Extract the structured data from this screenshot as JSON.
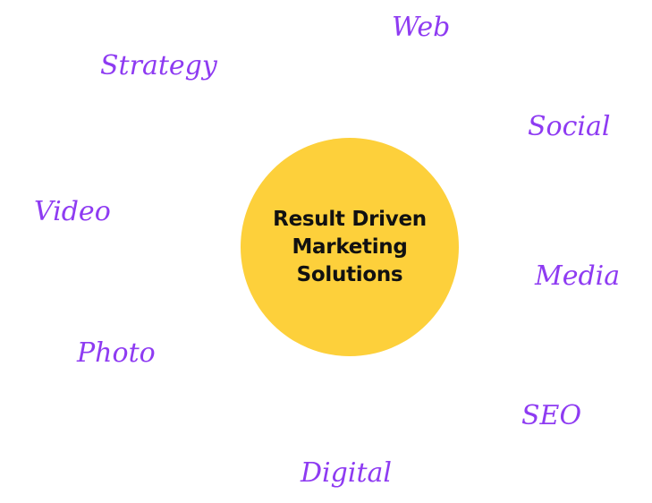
{
  "colors": {
    "circle_fill": "#FDD03B",
    "keyword_text": "#8E3BF2",
    "center_text": "#111111",
    "background": "#FFFFFF"
  },
  "center": {
    "title": "Result Driven Marketing Solutions"
  },
  "keywords": {
    "web": "Web",
    "strategy": "Strategy",
    "social": "Social",
    "video": "Video",
    "media": "Media",
    "photo": "Photo",
    "seo": "SEO",
    "digital": "Digital"
  }
}
